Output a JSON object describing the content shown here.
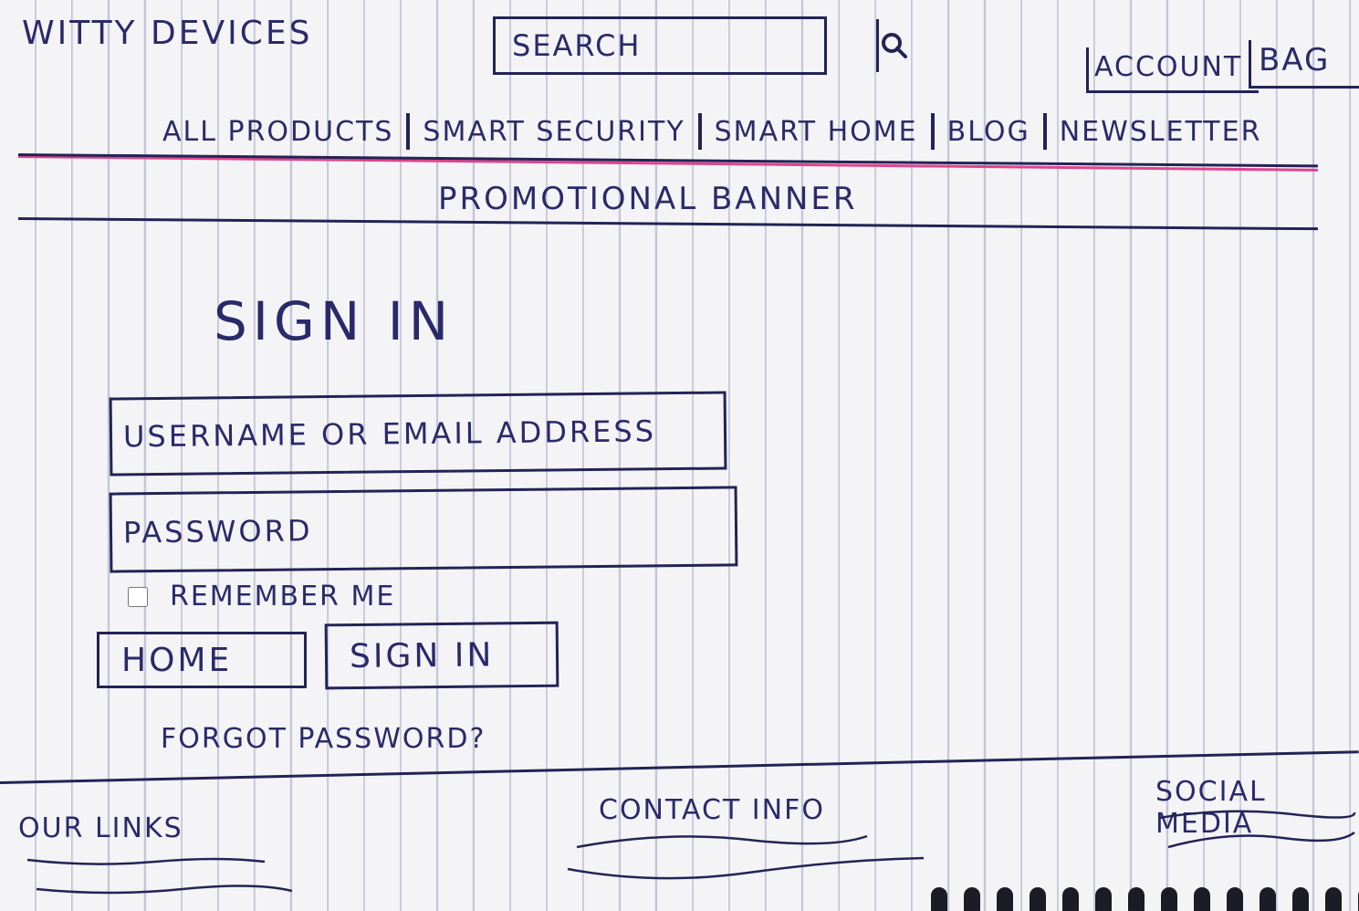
{
  "header": {
    "logo": "WITTY DEVICES",
    "search_placeholder": "SEARCH",
    "search_icon": "search-icon",
    "account_label": "ACCOUNT",
    "bag_label": "BAG"
  },
  "nav": {
    "items": [
      {
        "label": "ALL PRODUCTS"
      },
      {
        "label": "SMART SECURITY"
      },
      {
        "label": "SMART HOME"
      },
      {
        "label": "BLOG"
      },
      {
        "label": "NEWSLETTER"
      }
    ]
  },
  "promo_banner": "PROMOTIONAL BANNER",
  "sign_in": {
    "title": "SIGN IN",
    "username_placeholder": "USERNAME OR EMAIL ADDRESS",
    "password_placeholder": "PASSWORD",
    "remember_label": "REMEMBER ME",
    "home_button": "HOME",
    "submit_button": "SIGN IN",
    "forgot_link": "FORGOT PASSWORD?"
  },
  "footer": {
    "our_links": "OUR LINKS",
    "contact_info": "CONTACT INFO",
    "social_media": "SOCIAL MEDIA"
  },
  "colors": {
    "ink": "#232356",
    "paper": "#f4f4f6",
    "rule": "#c4c6d8",
    "margin_line": "#e0448c"
  }
}
